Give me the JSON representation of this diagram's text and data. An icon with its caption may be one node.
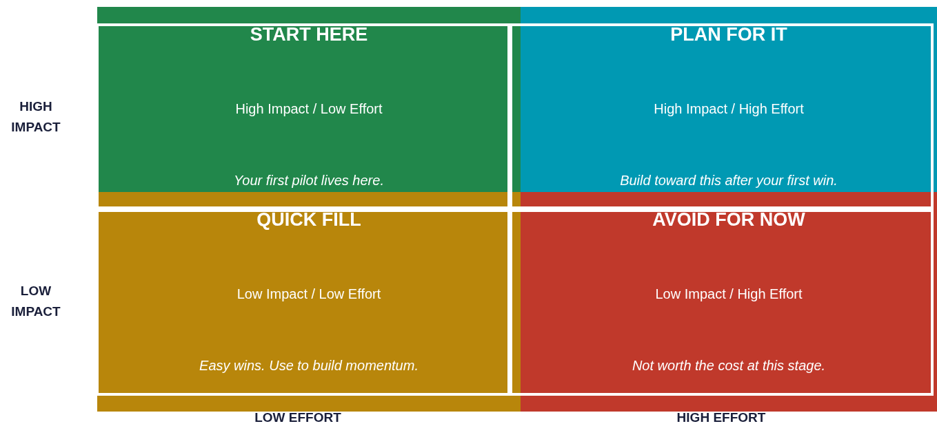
{
  "diagram": {
    "nodes": [
      {
        "text": [
          "START HERE",
          "High Impact / Low Effort",
          "Your first pilot lives here."
        ]
      },
      {
        "text": [
          "PLAN FOR IT",
          "High Impact / High Effort",
          "Build toward this after your first win."
        ]
      },
      {
        "text": [
          "QUICK FILL",
          "Low Impact / Low Effort",
          "Easy wins. Use to build momentum."
        ]
      },
      {
        "text": [
          "AVOID FOR NOW",
          "Low Impact / High Effort",
          "Not worth the cost at this stage."
        ]
      }
    ],
    "labels": [
      "HIGH IMPACT",
      "LOW IMPACT",
      "LOW EFFORT",
      "HIGH EFFORT"
    ]
  }
}
